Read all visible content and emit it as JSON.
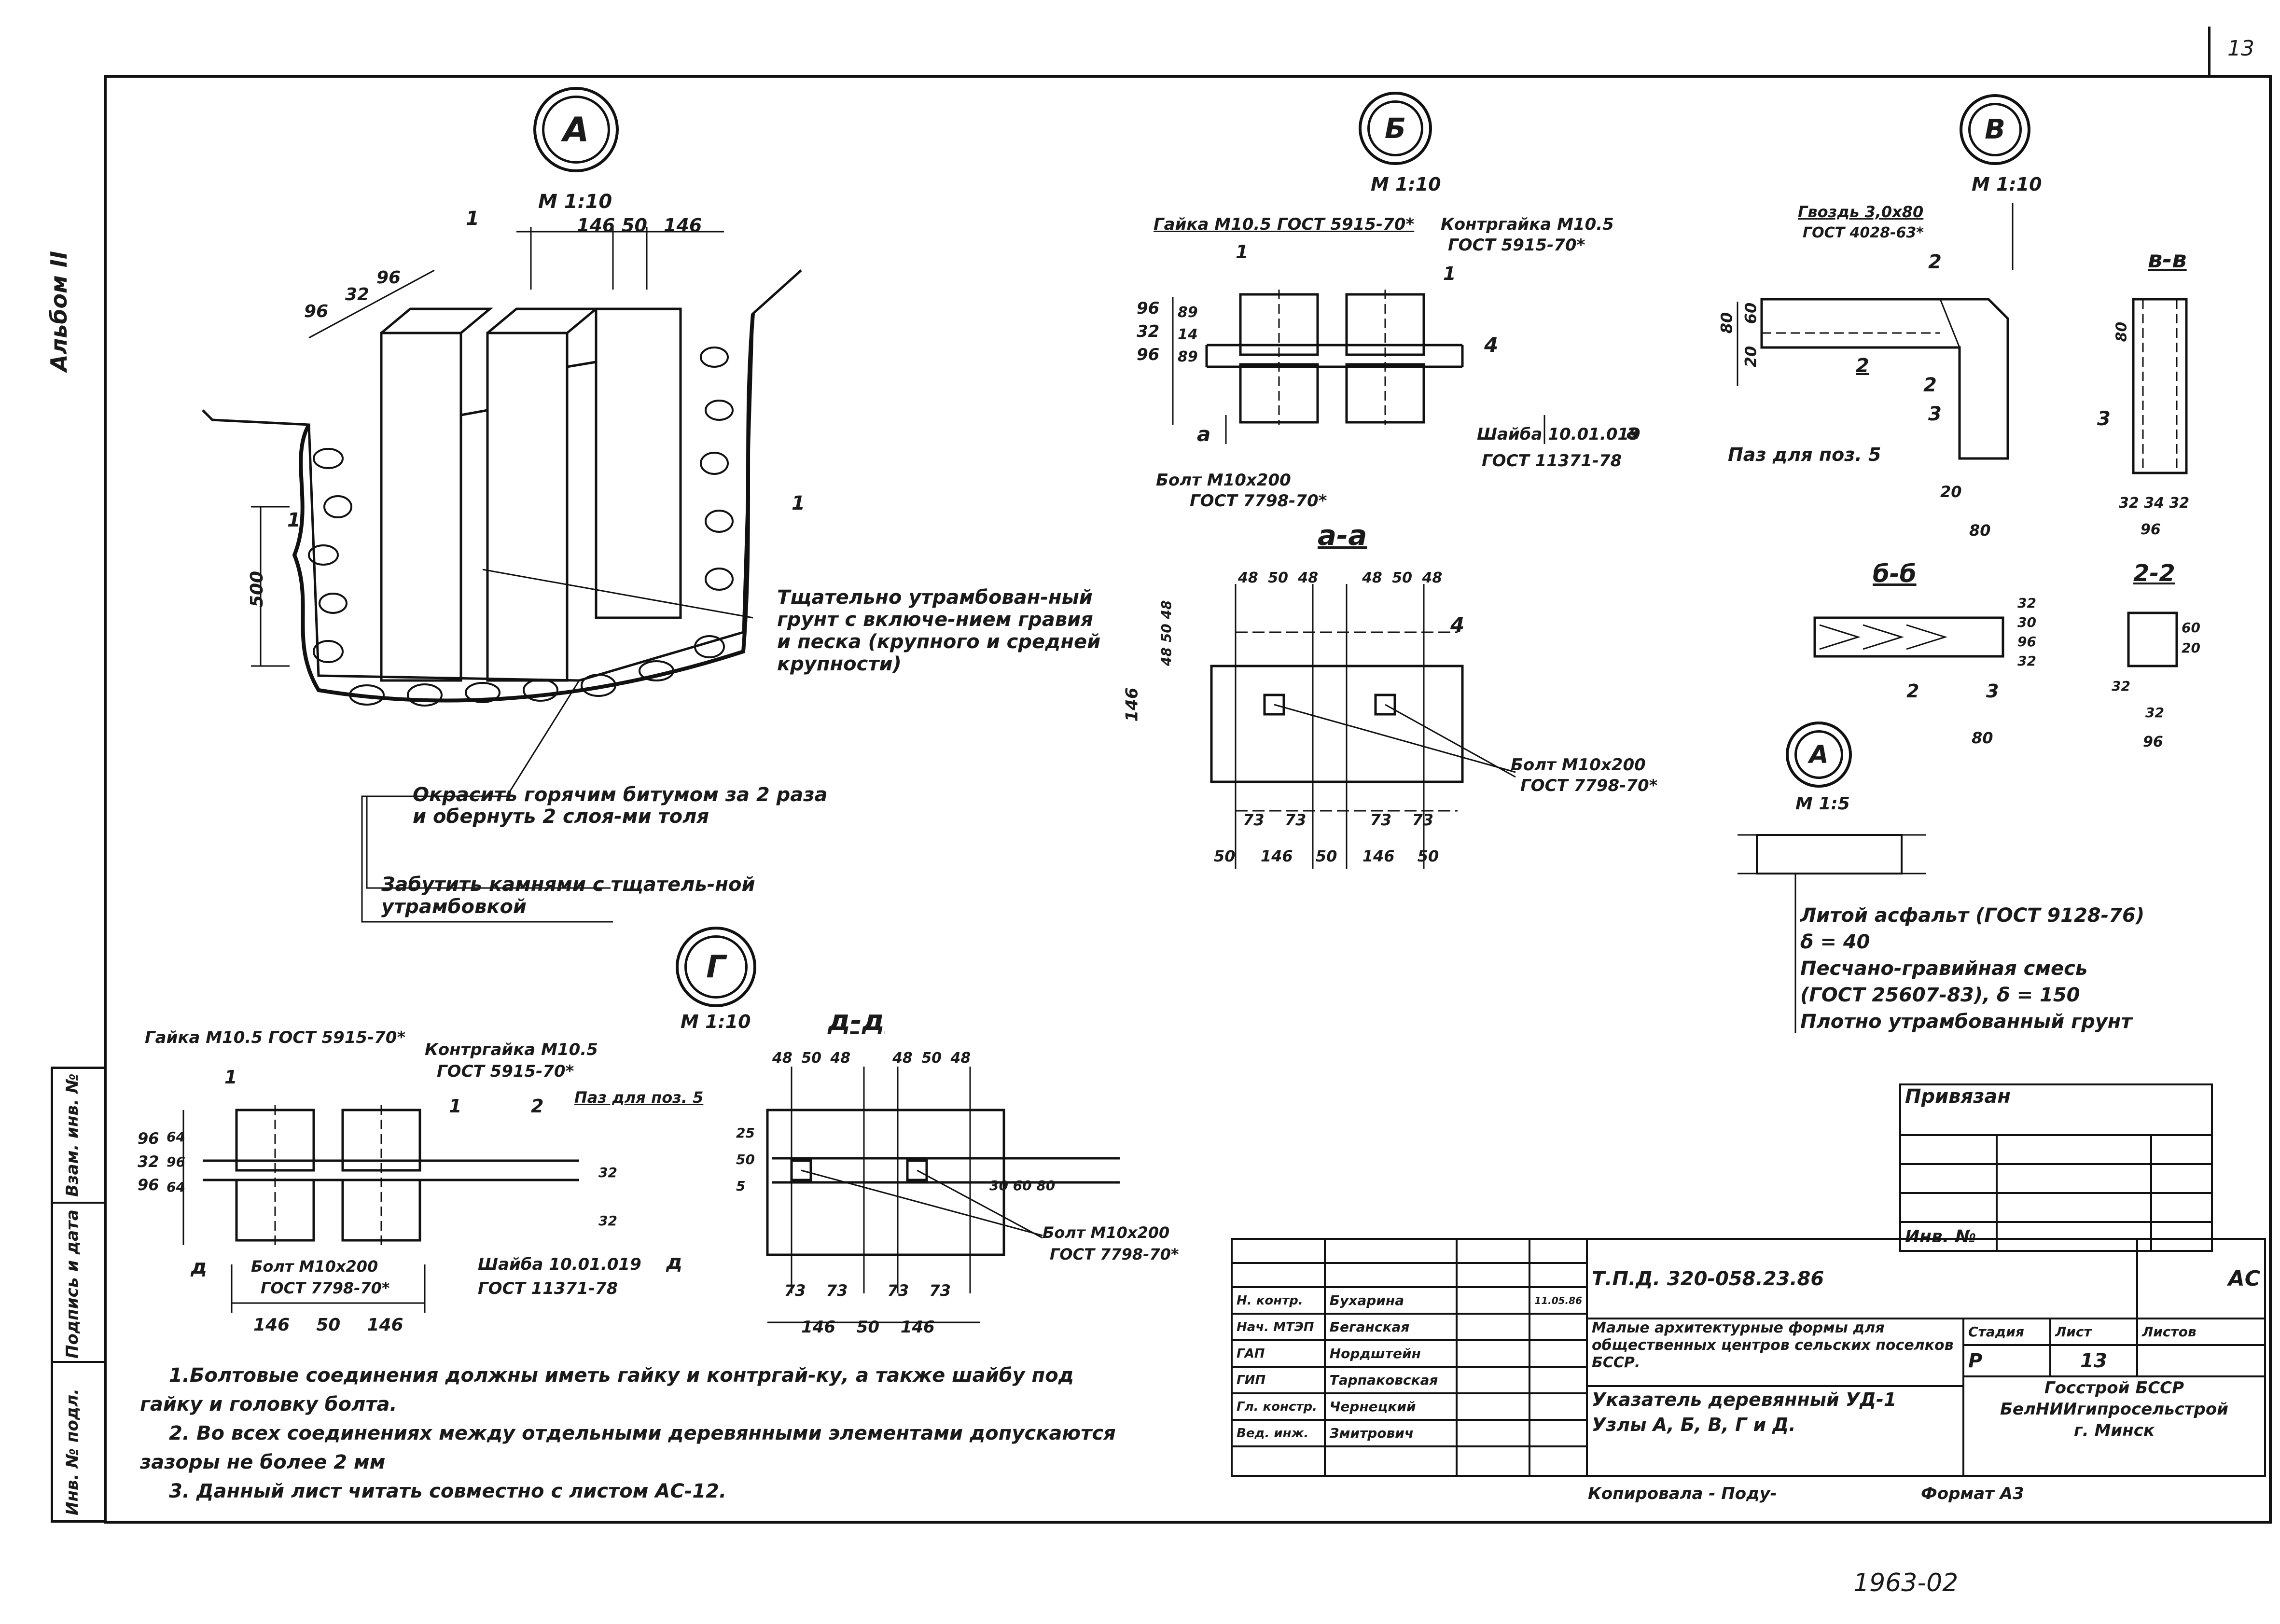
{
  "page_number": "13",
  "album_label": "Альбом II",
  "left_strip": [
    "Инв. № подл.",
    "Подпись и дата",
    "Взам. инв. №"
  ],
  "node_A": {
    "marker": "А",
    "scale": "М 1:10",
    "dims_top": [
      "146",
      "50",
      "146"
    ],
    "dims_left": [
      "96",
      "32",
      "96"
    ],
    "height_dim": "500",
    "pos_labels": [
      "1",
      "1",
      "1"
    ],
    "note_soil": "Тщательно утрамбован-ный грунт с включе-нием гравия и песка (крупного и средней крупности)",
    "note_bitumen": "Окрасить горячим битумом за 2 раза и обернуть 2 слоя-ми толя",
    "note_stones": "Забутить камнями с тщатель-ной утрамбовкой"
  },
  "node_B": {
    "marker": "Б",
    "scale": "М 1:10",
    "nut": "Гайка М10.5 ГОСТ 5915-70*",
    "locknut_1": "Контргайка М10.5",
    "locknut_2": "ГОСТ 5915-70*",
    "washer_1": "Шайба 10.01.019",
    "washer_2": "ГОСТ 11371-78",
    "bolt_1": "Болт М10х200",
    "bolt_2": "ГОСТ 7798-70*",
    "dims_left": [
      "96",
      "32",
      "96"
    ],
    "dims_left2": [
      "89",
      "14",
      "89"
    ],
    "pos": [
      "1",
      "1",
      "4"
    ],
    "section": "а-а",
    "sec_dims_top": [
      "48",
      "50",
      "48",
      "48",
      "50",
      "48"
    ],
    "sec_dims_left": [
      "146",
      "48",
      "50",
      "48"
    ],
    "sec_dims_bottom1": [
      "73",
      "73",
      "73",
      "73"
    ],
    "sec_dims_bottom2": [
      "50",
      "146",
      "50",
      "146",
      "50"
    ],
    "sec_bolt_1": "Болт М10х200",
    "sec_bolt_2": "ГОСТ 7798-70*",
    "sec_pos": "4",
    "cut_mark": "а"
  },
  "node_V": {
    "marker": "В",
    "scale": "М 1:10",
    "nail_1": "Гвоздь 3,0х80",
    "nail_2": "ГОСТ 4028-63*",
    "groove": "Паз для поз. 5",
    "dims": [
      "80",
      "60",
      "20",
      "20",
      "80"
    ],
    "pos": [
      "2",
      "2",
      "3",
      "3"
    ],
    "section_vv": "в-в",
    "vv_dims": [
      "80",
      "32",
      "34",
      "32",
      "96"
    ],
    "section_bb": "б-б",
    "bb_dims": [
      "32",
      "30",
      "96",
      "32",
      "80"
    ],
    "bb_pos": [
      "2",
      "3"
    ],
    "section_22": "2-2",
    "s22_dims": [
      "60",
      "20",
      "32",
      "32",
      "96"
    ]
  },
  "node_A2": {
    "marker": "А",
    "scale": "М 1:5",
    "l1": "Литой асфальт (ГОСТ 9128-76)",
    "l2": "δ = 40",
    "l3": "Песчано-гравийная смесь",
    "l4": "(ГОСТ 25607-83), δ = 150",
    "l5": "Плотно утрамбованный грунт"
  },
  "node_G": {
    "marker": "Г",
    "scale": "М 1:10",
    "nut": "Гайка М10.5 ГОСТ 5915-70*",
    "locknut_1": "Контргайка М10.5",
    "locknut_2": "ГОСТ 5915-70*",
    "groove": "Паз для поз. 5",
    "washer_1": "Шайба 10.01.019",
    "washer_2": "ГОСТ 11371-78",
    "bolt_1": "Болт М10х200",
    "bolt_2": "ГОСТ 7798-70*",
    "dims_left": [
      "96",
      "32",
      "96"
    ],
    "dims_left2": [
      "64",
      "96",
      "64"
    ],
    "dims_right": [
      "32",
      "32"
    ],
    "dims_bottom": [
      "146",
      "50",
      "146"
    ],
    "pos": [
      "1",
      "1",
      "2"
    ],
    "cut_mark": "д"
  },
  "section_dd": {
    "title": "д-д",
    "dims_top": [
      "48",
      "50",
      "48",
      "48",
      "50",
      "48"
    ],
    "dims_left": [
      "25",
      "50",
      "5"
    ],
    "dims_right": [
      "30",
      "60",
      "80"
    ],
    "dims_bottom1": [
      "73",
      "73",
      "73",
      "73"
    ],
    "dims_bottom2": [
      "146",
      "50",
      "146"
    ],
    "bolt_1": "Болт М10х200",
    "bolt_2": "ГОСТ 7798-70*"
  },
  "notes": [
    "1.Болтовые соединения должны иметь гайку и контргай-ку, а также шайбу под гайку и головку болта.",
    "2. Во всех соединениях между отдельными деревянными элементами допускаются зазоры не более 2 мм",
    "3. Данный лист читать совместно с листом АС-12."
  ],
  "binding": {
    "title": "Привязан",
    "inv": "Инв. №"
  },
  "title_block": {
    "doc_code": "Т.П.Д. 320-058.23.86",
    "mark": "АС",
    "staff": [
      {
        "role": "Н. контр.",
        "name": "Бухарина",
        "date": "11.05.86"
      },
      {
        "role": "Нач. МТЭП",
        "name": "Беганская",
        "date": ""
      },
      {
        "role": "ГАП",
        "name": "Нордштейн",
        "date": ""
      },
      {
        "role": "ГИП",
        "name": "Тарпаковская",
        "date": ""
      },
      {
        "role": "Гл. констр.",
        "name": "Чернецкий",
        "date": ""
      },
      {
        "role": "Вед. инж.",
        "name": "Змитрович",
        "date": ""
      }
    ],
    "project_title": "Малые архитектурные формы для общественных центров сельских поселков БССР.",
    "sheet_title_1": "Указатель деревянный УД-1",
    "sheet_title_2": "Узлы А, Б, В, Г и Д.",
    "stage_label": "Стадия",
    "sheet_label": "Лист",
    "sheets_label": "Листов",
    "stage": "Р",
    "sheet": "13",
    "sheets": "",
    "org_1": "Госстрой БССР",
    "org_2": "БелНИИгипросельстрой",
    "org_3": "г. Минск"
  },
  "copied": "Копировала - Поду-",
  "format": "Формат А3",
  "stamp_number": "1963-02"
}
